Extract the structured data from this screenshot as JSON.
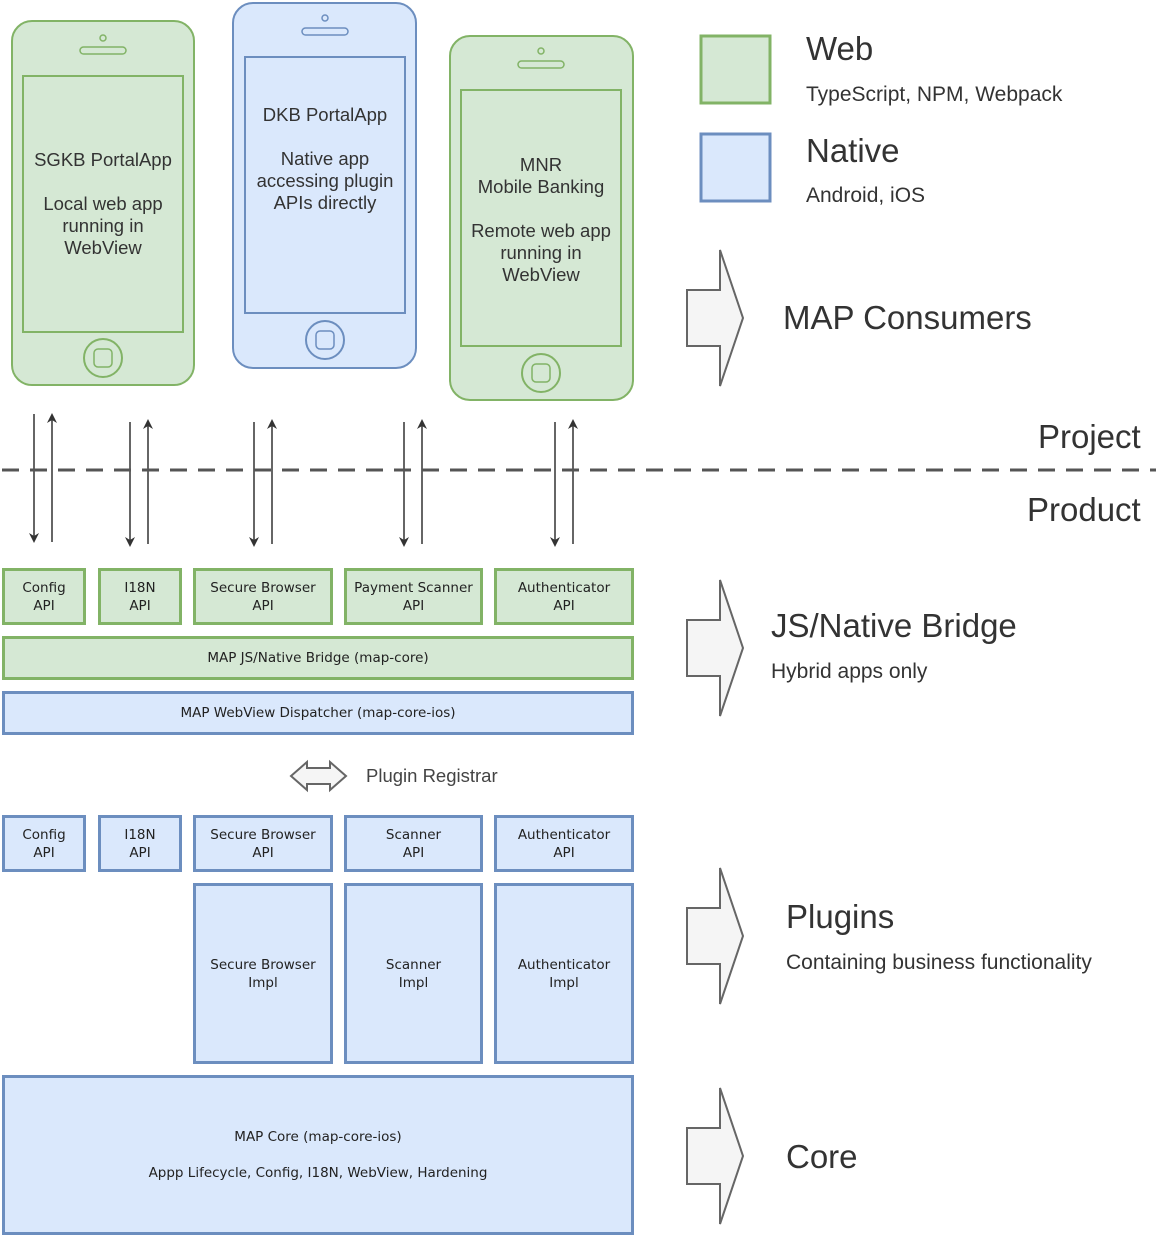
{
  "legend": {
    "web": {
      "title": "Web",
      "subtitle": "TypeScript, NPM, Webpack",
      "color": "#d5e8d4"
    },
    "native": {
      "title": "Native",
      "subtitle": "Android, iOS",
      "color": "#dae8fc"
    }
  },
  "phones": [
    {
      "lines": [
        "SGKB PortalApp",
        "",
        "Local web app",
        "running in",
        "WebView"
      ],
      "kind": "web"
    },
    {
      "lines": [
        "DKB PortalApp",
        "",
        "Native app",
        "accessing plugin",
        "APIs directly"
      ],
      "kind": "native"
    },
    {
      "lines": [
        "MNR",
        "Mobile Banking",
        "",
        "Remote web app",
        "running in",
        "WebView"
      ],
      "kind": "web"
    }
  ],
  "layers": {
    "consumers": {
      "title": "MAP Consumers"
    },
    "bridge": {
      "title": "JS/Native Bridge",
      "subtitle": "Hybrid apps only"
    },
    "plugins": {
      "title": "Plugins",
      "subtitle": "Containing business functionality"
    },
    "core": {
      "title": "Core"
    }
  },
  "boundary": {
    "project": "Project",
    "product": "Product"
  },
  "bridge_apis": [
    {
      "l1": "Config",
      "l2": "API"
    },
    {
      "l1": "I18N",
      "l2": "API"
    },
    {
      "l1": "Secure Browser",
      "l2": "API"
    },
    {
      "l1": "Payment Scanner",
      "l2": "API"
    },
    {
      "l1": "Authenticator",
      "l2": "API"
    }
  ],
  "bridge_bar": "MAP JS/Native Bridge (map-core)",
  "dispatcher_bar": "MAP WebView Dispatcher (map-core-ios)",
  "plugin_registrar": "Plugin Registrar",
  "plugin_apis": [
    {
      "l1": "Config",
      "l2": "API"
    },
    {
      "l1": "I18N",
      "l2": "API"
    },
    {
      "l1": "Secure Browser",
      "l2": "API"
    },
    {
      "l1": "Scanner",
      "l2": "API"
    },
    {
      "l1": "Authenticator",
      "l2": "API"
    }
  ],
  "plugin_impls": [
    {
      "l1": "Secure Browser",
      "l2": "Impl"
    },
    {
      "l1": "Scanner",
      "l2": "Impl"
    },
    {
      "l1": "Authenticator",
      "l2": "Impl"
    }
  ],
  "core_box": {
    "l1": "MAP Core (map-core-ios)",
    "l2": "Appp Lifecycle, Config, I18N, WebView, Hardening"
  }
}
